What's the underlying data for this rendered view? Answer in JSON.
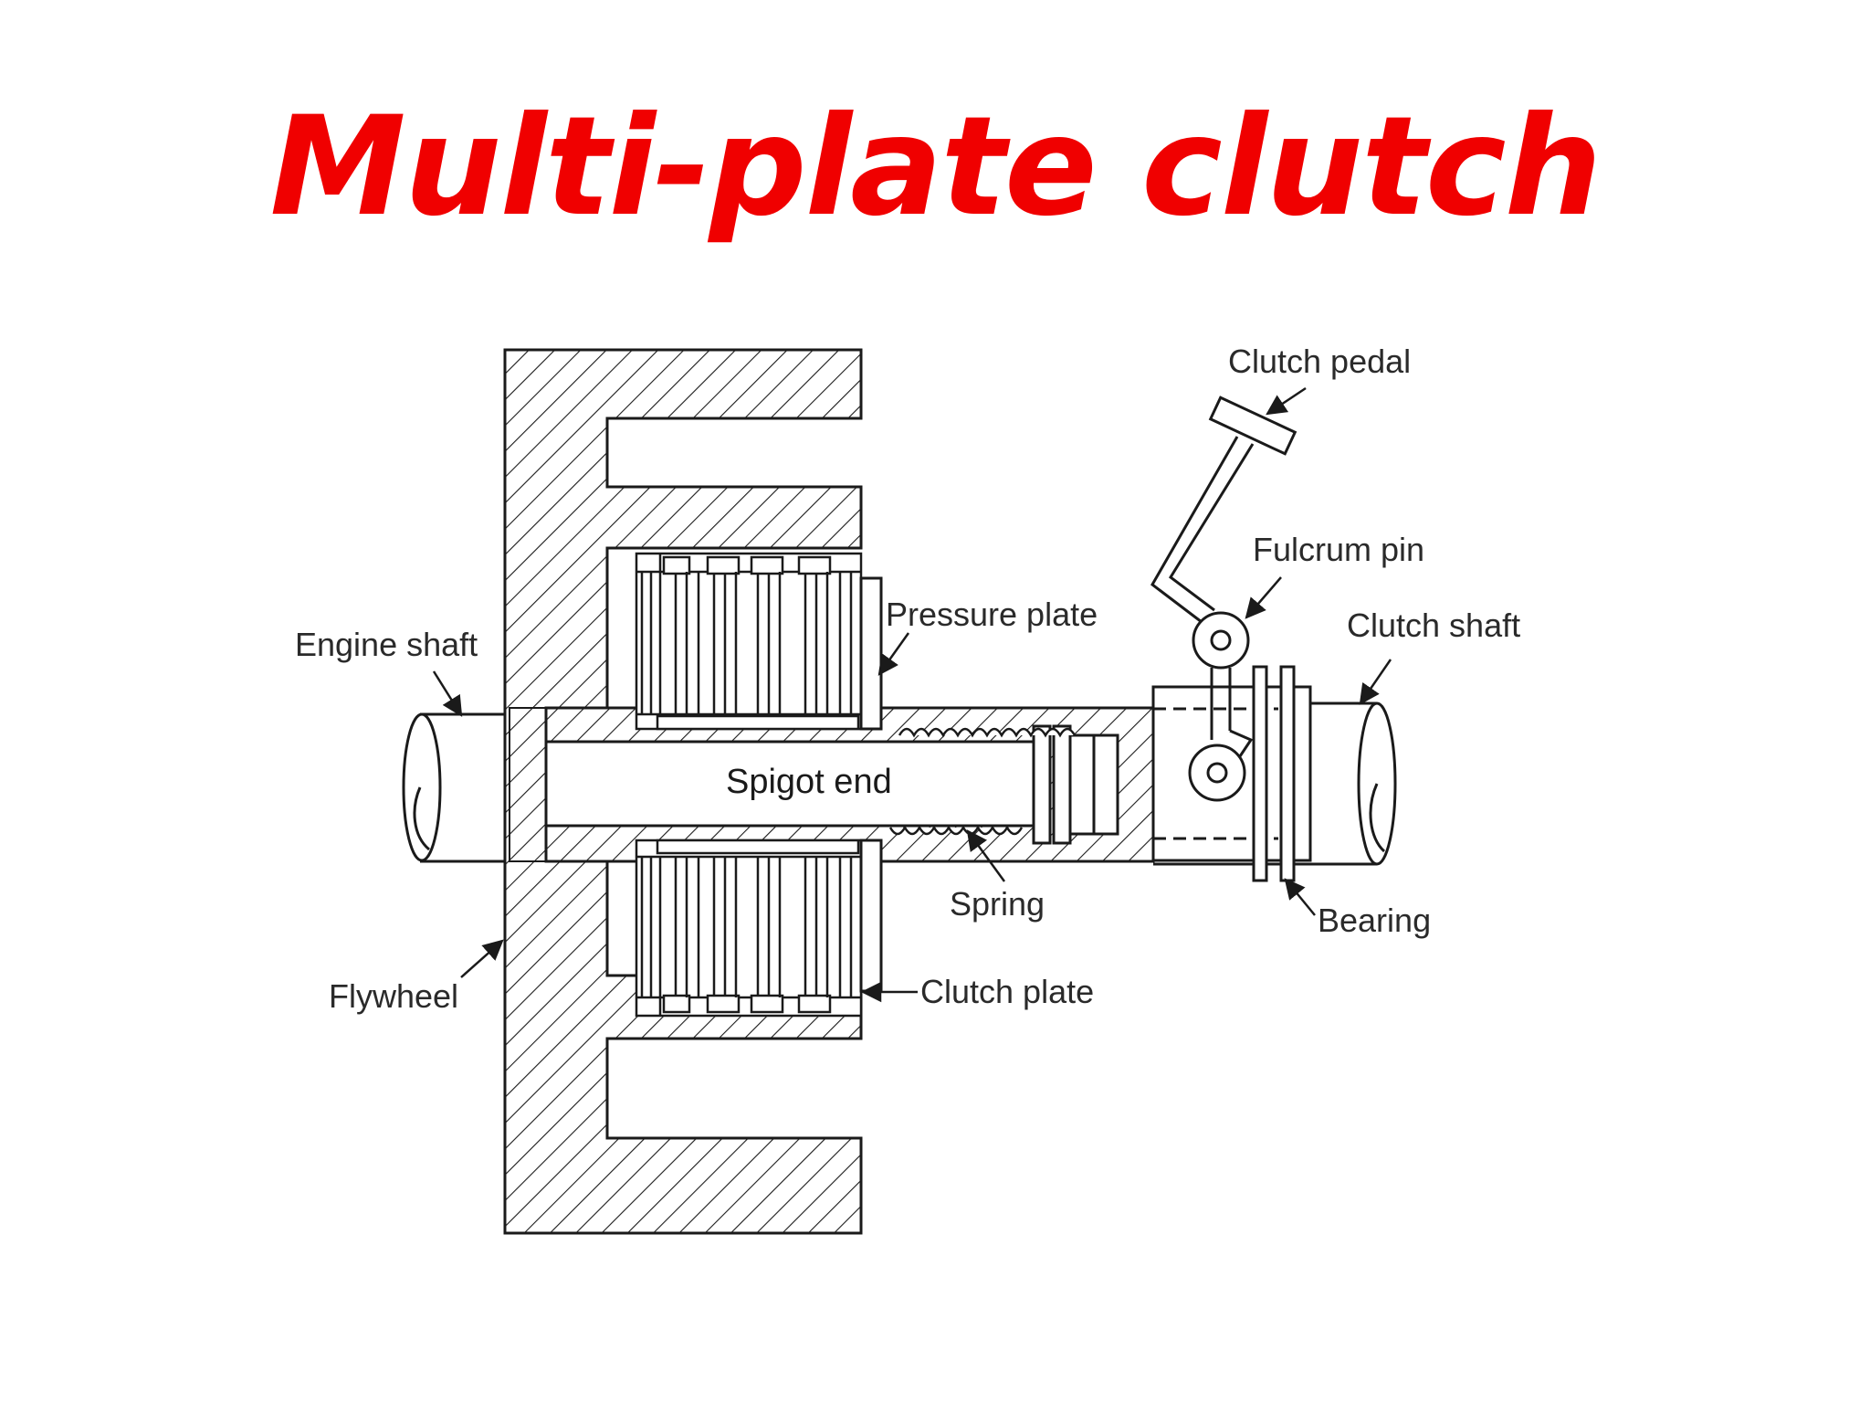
{
  "title": "Multi-plate clutch",
  "colors": {
    "title": "#f00000",
    "ink": "#1a1a1a",
    "background": "#ffffff"
  },
  "labels": {
    "clutch_pedal": "Clutch pedal",
    "fulcrum_pin": "Fulcrum pin",
    "pressure_plate": "Pressure plate",
    "clutch_shaft": "Clutch shaft",
    "engine_shaft": "Engine shaft",
    "spigot_end": "Spigot end",
    "spring": "Spring",
    "bearing": "Bearing",
    "flywheel": "Flywheel",
    "clutch_plate": "Clutch plate"
  }
}
